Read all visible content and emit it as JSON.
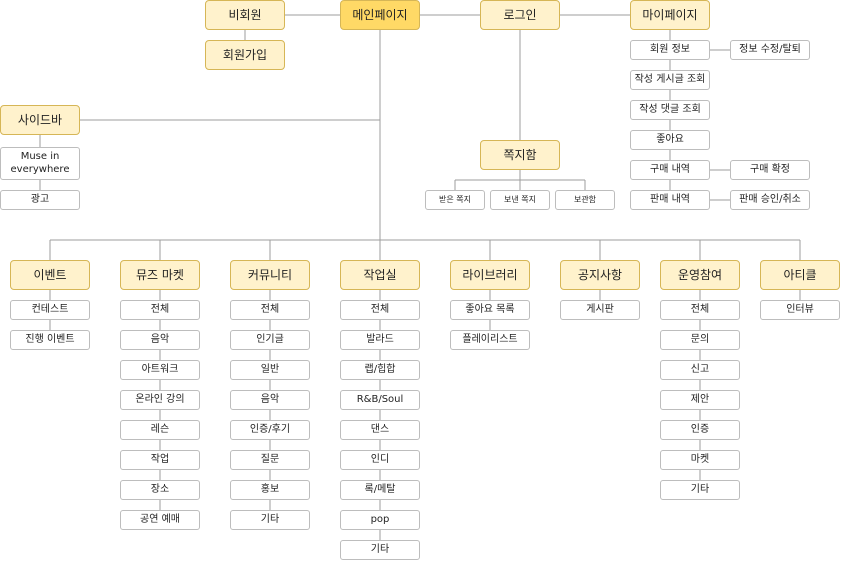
{
  "top": {
    "guest": "비회원",
    "main": "메인페이지",
    "login": "로그인",
    "mypage": "마이페이지",
    "signup": "회원가입"
  },
  "mypage": {
    "member_info": "회원 정보",
    "edit_profile": "정보 수정/탈퇴",
    "my_posts": "작성 게시글 조회",
    "my_comments": "작성 댓글 조회",
    "likes": "좋아요",
    "purchases": "구매 내역",
    "confirm_purchase": "구매 확정",
    "sales": "판매 내역",
    "approve_sale": "판매 승인/취소"
  },
  "sidebar": {
    "title": "사이드바",
    "muse": "Muse in everywhere",
    "ads": "광고"
  },
  "messages": {
    "title": "쪽지함",
    "received": "받은 쪽지",
    "sent": "보낸 쪽지",
    "storage": "보관함"
  },
  "categories": [
    {
      "title": "이벤트",
      "items": [
        "컨테스트",
        "진행 이벤트"
      ]
    },
    {
      "title": "뮤즈 마켓",
      "items": [
        "전체",
        "음악",
        "아트워크",
        "온라인 강의",
        "레슨",
        "작업",
        "장소",
        "공연 예매"
      ]
    },
    {
      "title": "커뮤니티",
      "items": [
        "전체",
        "인기글",
        "일반",
        "음악",
        "인증/후기",
        "질문",
        "홍보",
        "기타"
      ]
    },
    {
      "title": "작업실",
      "items": [
        "전체",
        "발라드",
        "랩/힙합",
        "R&B/Soul",
        "댄스",
        "인디",
        "록/메탈",
        "pop",
        "기타"
      ]
    },
    {
      "title": "라이브러리",
      "items": [
        "좋아요 목록",
        "플레이리스트"
      ]
    },
    {
      "title": "공지사항",
      "items": [
        "게시판"
      ]
    },
    {
      "title": "운영참여",
      "items": [
        "전체",
        "문의",
        "신고",
        "제안",
        "인증",
        "마켓",
        "기타"
      ]
    },
    {
      "title": "아티클",
      "items": [
        "인터뷰"
      ]
    }
  ]
}
